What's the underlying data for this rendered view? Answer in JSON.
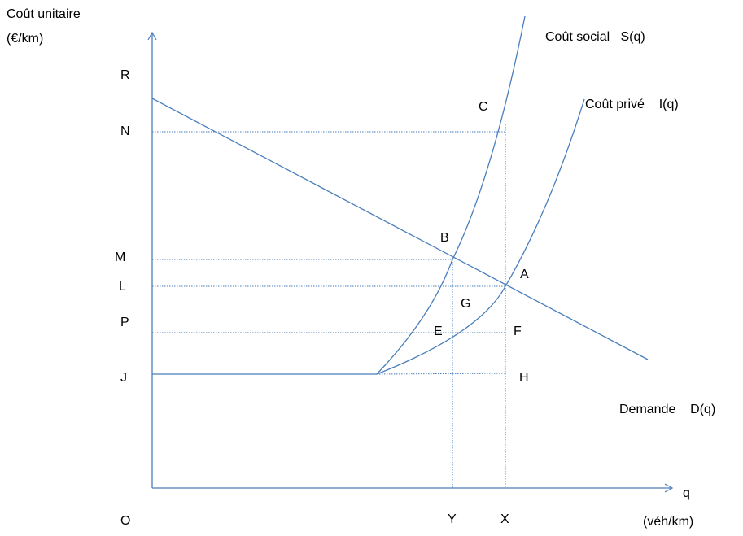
{
  "colors": {
    "line": "#4a7ebb",
    "text": "#000000",
    "background": "#ffffff"
  },
  "axes": {
    "y_label_line1": "Coût unitaire",
    "y_label_line2": "(€/km)",
    "x_label": "q",
    "x_unit": "(véh/km)",
    "origin": "O"
  },
  "curves": {
    "social_cost": "Coût social   S(q)",
    "private_cost": "Coût privé    I(q)",
    "demand": "Demande    D(q)"
  },
  "y_levels": {
    "R": "R",
    "N": "N",
    "M": "M",
    "L": "L",
    "P": "P",
    "J": "J"
  },
  "x_levels": {
    "Y": "Y",
    "X": "X"
  },
  "points": {
    "A": "A",
    "B": "B",
    "C": "C",
    "E": "E",
    "F": "F",
    "G": "G",
    "H": "H"
  }
}
